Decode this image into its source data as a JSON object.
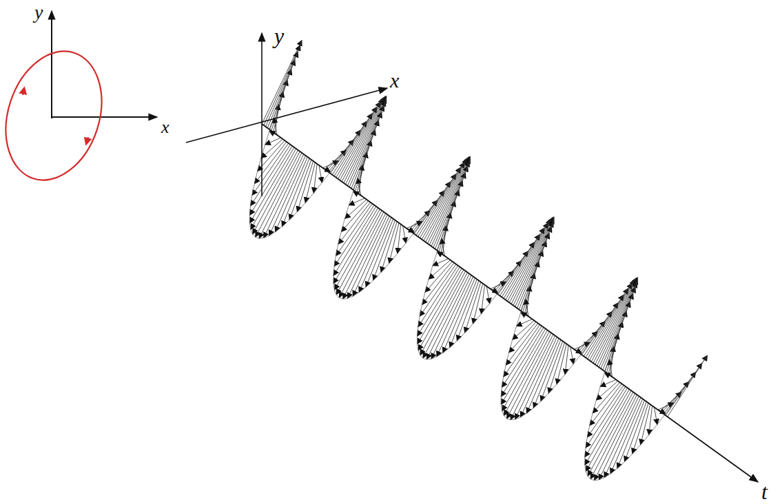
{
  "diagram": {
    "labels": [
      "y",
      "x",
      "y",
      "x",
      "t"
    ]
  }
}
